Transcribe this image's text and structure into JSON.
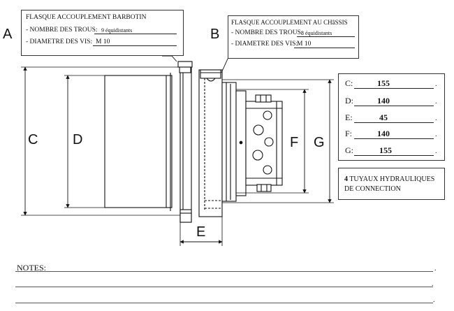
{
  "flange_barbotin": {
    "letter": "A",
    "title": "FLASQUE ACCOUPLEMENT BARBOTIN",
    "holes_label": "- NOMBRE DES TROUS:",
    "holes_value": "9 équidistants",
    "screw_label": "- DIAMETRE DES VIS:",
    "screw_value": "M 10"
  },
  "flange_chassis": {
    "letter": "B",
    "title": "FLASQUE ACCOUPLEMENT AU CHâSSIS",
    "holes_label": "- NOMBRE DES TROUS:",
    "holes_value": "8 équidistants",
    "screw_label": "- DIAMETRE DES VIS:",
    "screw_value": "M 10"
  },
  "dimension_labels": {
    "C": "C",
    "D": "D",
    "E": "E",
    "F": "F",
    "G": "G"
  },
  "dimensions": [
    {
      "label": "C:",
      "value": "155"
    },
    {
      "label": "D:",
      "value": "140"
    },
    {
      "label": "E:",
      "value": "45"
    },
    {
      "label": "F:",
      "value": "140"
    },
    {
      "label": "G:",
      "value": "155"
    }
  ],
  "hydraulics": {
    "count": "4",
    "text_1": " TUYAUX HYDRAULIQUES",
    "text_2": "DE CONNECTION"
  },
  "notes": {
    "label": "NOTES:"
  }
}
